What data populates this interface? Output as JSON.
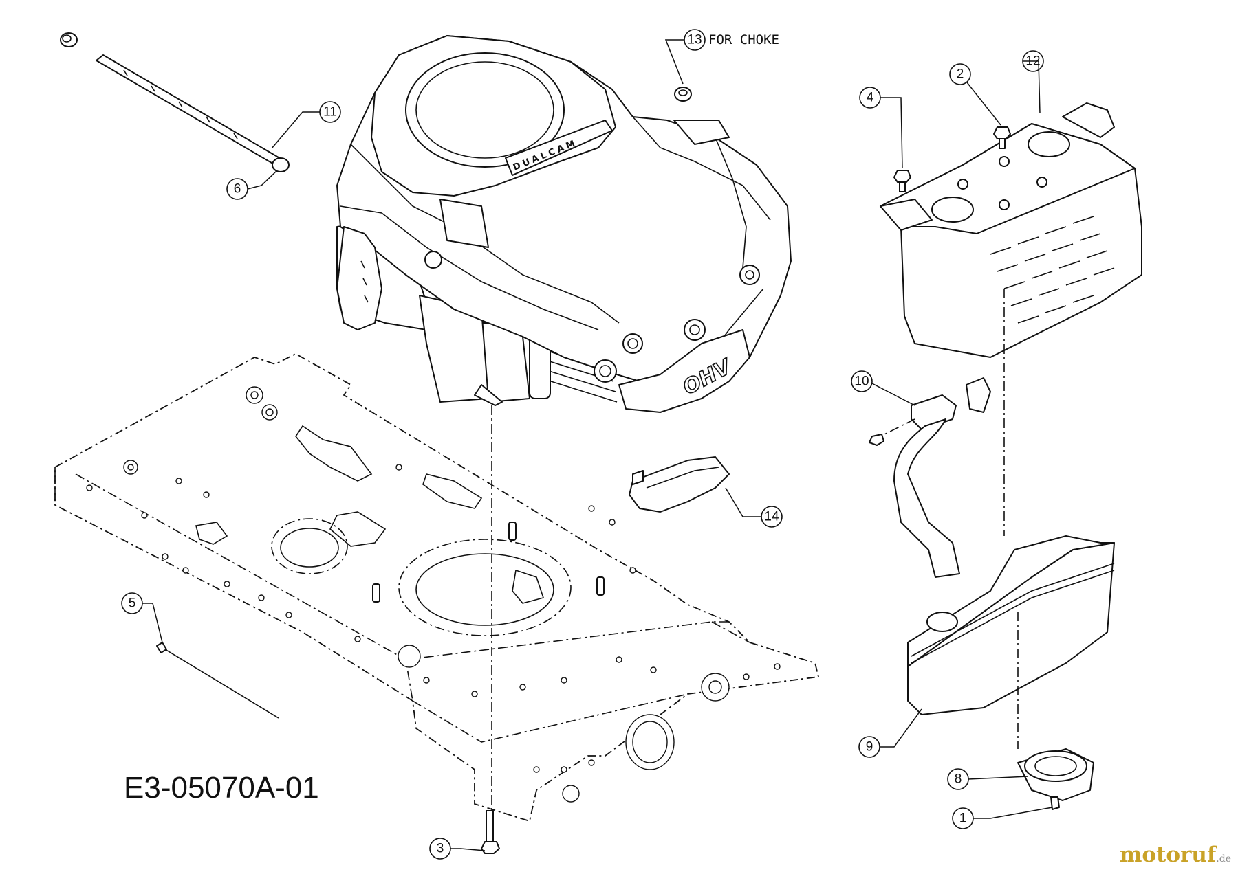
{
  "drawing_number": "E3-05070A-01",
  "watermark": {
    "brand": "motoruf",
    "tld": ".de"
  },
  "engine_markings": {
    "dual_cam": "DUALCAM",
    "ohv": "OHV"
  },
  "callouts": {
    "c1": "1",
    "c2": "2",
    "c3": "3",
    "c4": "4",
    "c5": "5",
    "c6": "6",
    "c8": "8",
    "c9": "9",
    "c10": "10",
    "c11": "11",
    "c12": "12",
    "c13": "13",
    "c14": "14"
  },
  "notes": {
    "choke": "FOR CHOKE"
  },
  "colors": {
    "line": "#111111",
    "background": "#ffffff",
    "watermark_brand": "#c9a227"
  }
}
